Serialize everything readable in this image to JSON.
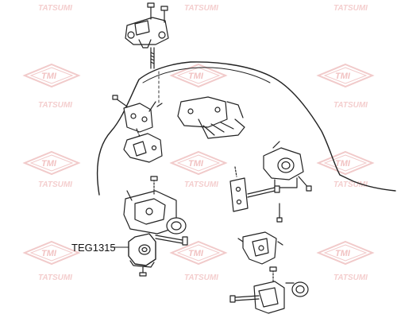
{
  "callout": {
    "part_number": "TEG1315"
  },
  "watermark": {
    "logo_text": "TMI",
    "brand_text": "TATSUMI"
  },
  "colors": {
    "watermark": "#f3d2d2",
    "line_art": "#222222",
    "background": "#ffffff"
  }
}
